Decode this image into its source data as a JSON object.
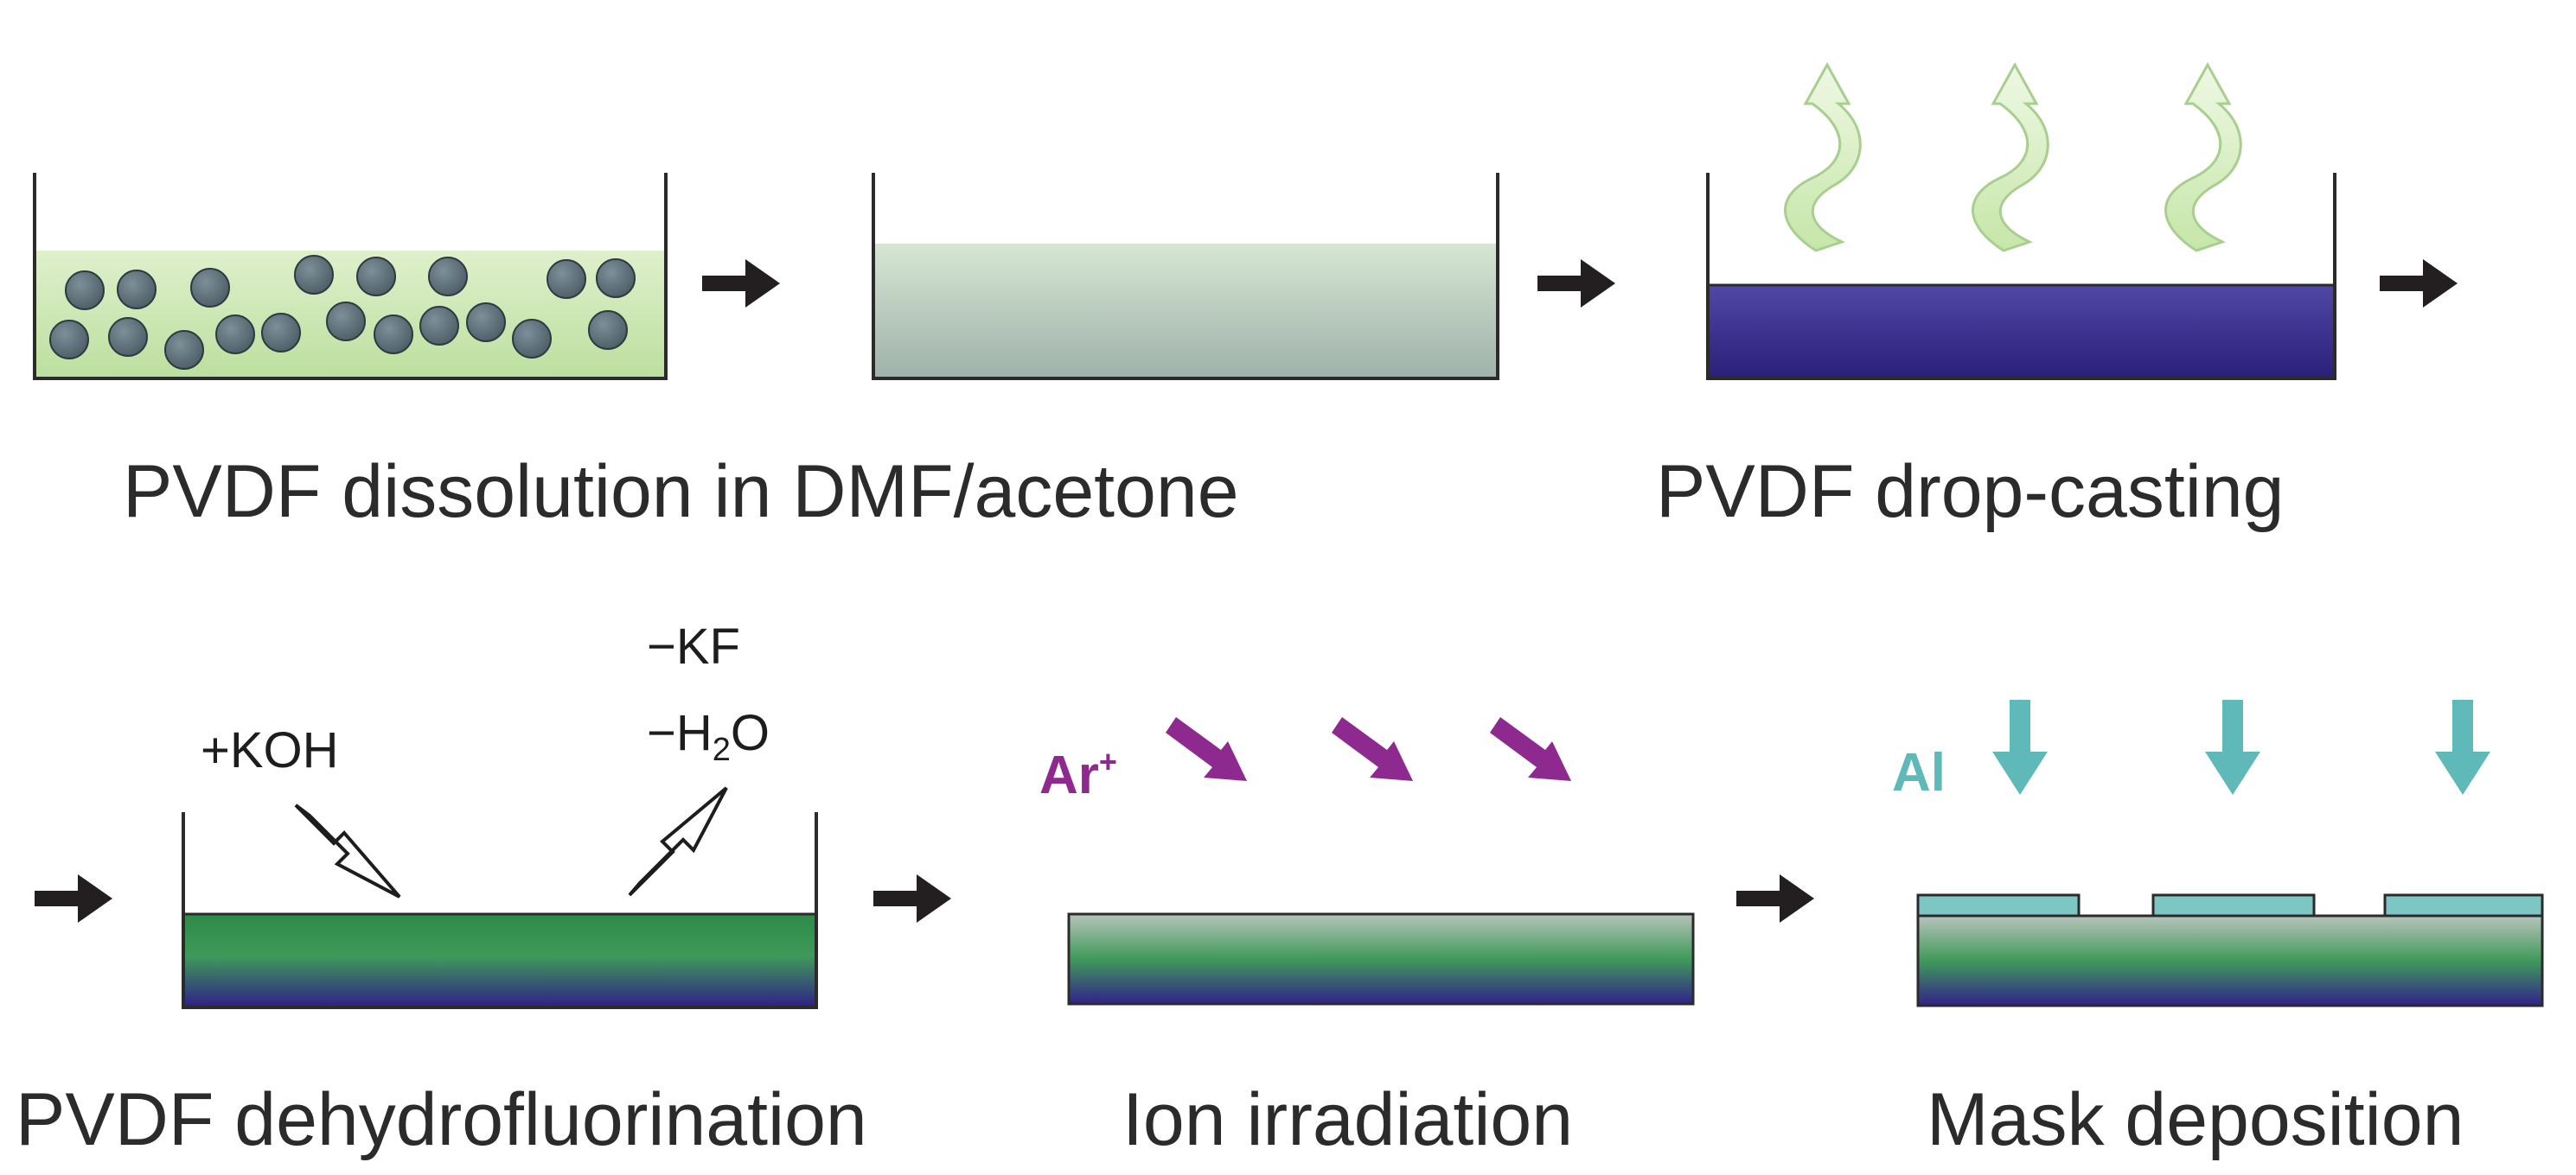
{
  "colors": {
    "arrow": "#231f20",
    "outline": "#2b2b2b",
    "particle": "#5c6f77",
    "solution_green": "#cfe7b8",
    "solution_gray": "#9fb0a8",
    "pvdf_film_purple": "#3b2a8c",
    "film_green": "#3d9a57",
    "vapor": "#d6efbf",
    "argon": "#8e2a8f",
    "aluminum": "#5fb9b9"
  },
  "captions": {
    "dissolution": "PVDF dissolution in DMF/acetone",
    "drop_casting": "PVDF drop-casting",
    "dehydrofluorination": "PVDF dehydrofluorination",
    "ion_irradiation": "Ion irradiation",
    "mask_deposition": "Mask deposition"
  },
  "reagents": {
    "added": "+KOH",
    "removed_kf": "−KF",
    "removed_water_main": "−H",
    "removed_water_sub": "2",
    "removed_water_end": "O"
  },
  "ions": {
    "argon_symbol": "Ar",
    "argon_charge": "+",
    "aluminum_symbol": "Al"
  },
  "icons": {
    "process_arrow": "right-arrow-icon",
    "vapor": "wavy-up-arrow-icon",
    "reagent_in": "hollow-down-right-arrow-icon",
    "reagent_out": "hollow-up-right-arrow-icon",
    "argon_ion": "down-right-arrow-icon",
    "aluminum_flux": "down-arrow-icon"
  }
}
